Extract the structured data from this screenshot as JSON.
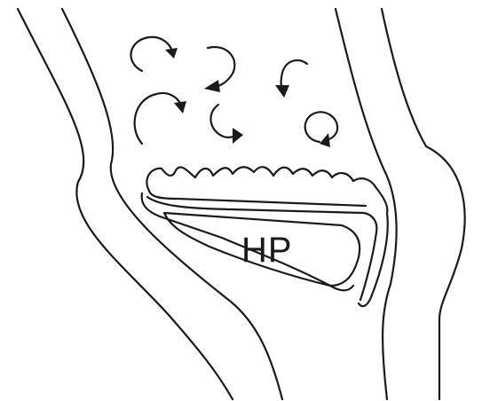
{
  "diagram": {
    "label_hp": "HP",
    "colors": {
      "stroke": "#1a1a1a",
      "background": "#ffffff"
    },
    "flow_arrows": {
      "count": 6,
      "style": "curved",
      "icon": "curved-arrow-icon"
    }
  }
}
